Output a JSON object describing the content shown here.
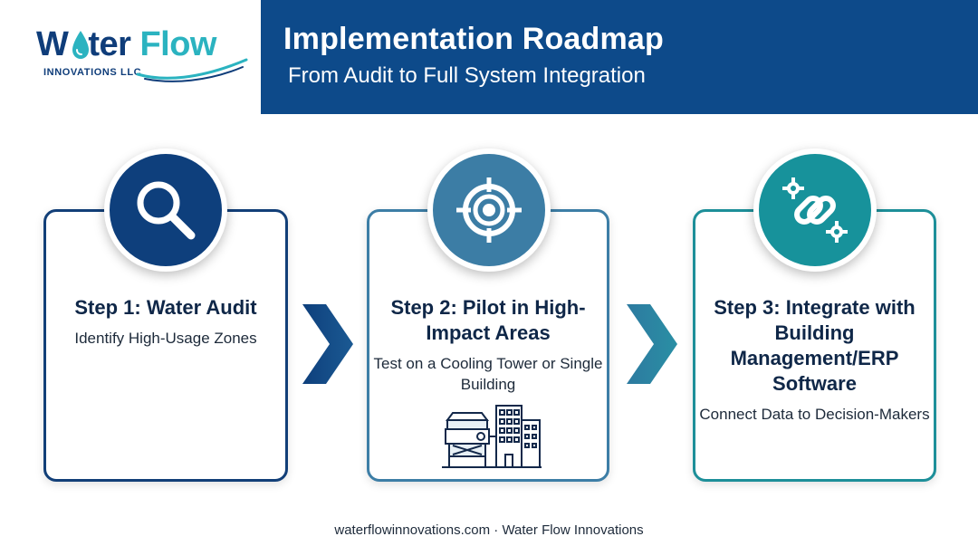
{
  "logo": {
    "word1": "W",
    "word1_rest": "ter",
    "word2": "Flow",
    "subtitle": "INNOVATIONS LLC"
  },
  "header": {
    "title": "Implementation Roadmap",
    "subtitle": "From Audit to Full System Integration"
  },
  "steps": [
    {
      "title": "Step 1: Water Audit",
      "description": "Identify High-Usage Zones",
      "icon": "magnifier-icon",
      "color": "#0e3f7c"
    },
    {
      "title": "Step 2: Pilot in High-Impact Areas",
      "description": "Test on a Cooling Tower or Single Building",
      "icon": "target-icon",
      "color": "#3c7da5"
    },
    {
      "title": "Step 3: Integrate with Building Management/ERP Software",
      "description": "Connect Data to Decision-Makers",
      "icon": "gear-chain-icon",
      "color": "#17929b"
    }
  ],
  "footer": {
    "text": "waterflowinnovations.com · Water Flow Innovations"
  },
  "colors": {
    "brand_navy": "#0d4a8a",
    "brand_teal": "#2bb3c0"
  }
}
